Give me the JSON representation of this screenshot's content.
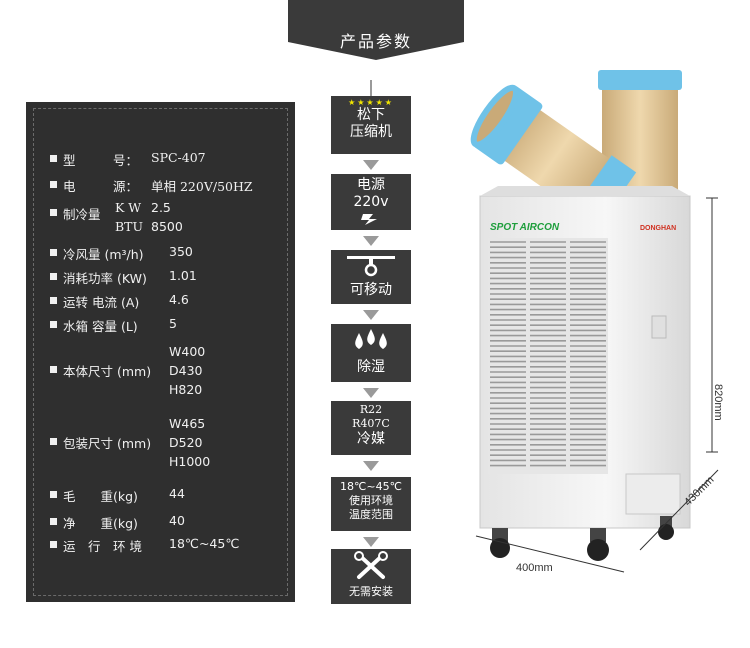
{
  "header": {
    "title": "产品参数"
  },
  "specs": [
    {
      "label": "型　　　号：",
      "value": "SPC-407"
    },
    {
      "label": "电　　　源：",
      "value": "单相 220V/50HZ"
    },
    {
      "label": "制冷量",
      "sub": [
        "K W",
        "BTU"
      ],
      "values": [
        "2.5",
        "8500"
      ]
    },
    {
      "label": "冷风量 (m³/h)",
      "value": "350"
    },
    {
      "label": "消耗功率 (KW)",
      "value": "1.01"
    },
    {
      "label": "运转 电流 (A)",
      "value": "4.6"
    },
    {
      "label": "水箱 容量 (L)",
      "value": "5"
    },
    {
      "label": "本体尺寸 (mm)",
      "values": [
        "W400",
        "D430",
        "H820"
      ]
    },
    {
      "label": "包装尺寸 (mm)",
      "values": [
        "W465",
        "D520",
        "H1000"
      ]
    },
    {
      "label": "毛　　重(kg)",
      "value": "44"
    },
    {
      "label": "净　　重(kg)",
      "value": "40"
    },
    {
      "label": "运　行　环 境",
      "value": "18℃~45℃"
    }
  ],
  "features": {
    "stars": "★★★★★",
    "compressor": [
      "松下",
      "压缩机"
    ],
    "power": [
      "电源",
      "220v"
    ],
    "mobile": "可移动",
    "dehumidify": "除湿",
    "refrigerant": [
      "R22",
      "R407C",
      "冷媒"
    ],
    "temperature": [
      "18℃~45℃",
      "使用环境",
      "温度范围"
    ],
    "install": "无需安装"
  },
  "product": {
    "brand": "SPOT AIRCON",
    "logo": "DONGHAN",
    "dim_width": "400mm",
    "dim_depth": "430mm",
    "dim_height": "820mm"
  },
  "colors": {
    "panel": "#2f2f2f",
    "feature": "#3a3a3a",
    "duct": "#6fc2e8",
    "hose": "#e8cfa3",
    "body": "#f2f2f2",
    "brand": "#1e9e3c"
  }
}
